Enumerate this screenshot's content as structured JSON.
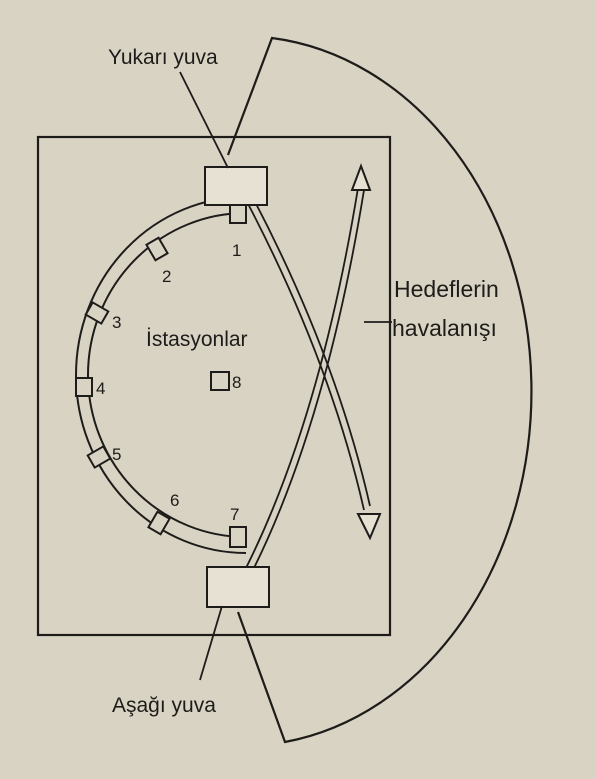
{
  "labels": {
    "upper_nest": "Yukarı yuva",
    "lower_nest": "Aşağı yuva",
    "stations": "İstasyonlar",
    "target_line_1": "Hedeflerin",
    "target_line_2": "havalanışı"
  },
  "station_numbers": [
    "1",
    "2",
    "3",
    "4",
    "5",
    "6",
    "7",
    "8"
  ],
  "colors": {
    "background": "#d9d3c3",
    "ink": "#1d1c1a",
    "box_fill": "#e6e1d3"
  }
}
